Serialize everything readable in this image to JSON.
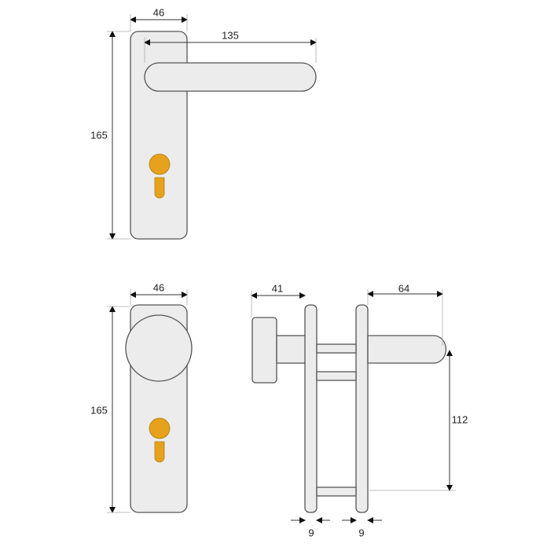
{
  "title": "Door handle set dimension drawing",
  "colors": {
    "plate": "#ececec",
    "outline": "#555555",
    "keyhole": "#e6a21c"
  },
  "lever_view": {
    "width_label": "46",
    "height_label": "165",
    "lever_length_label": "135"
  },
  "knob_view": {
    "width_label": "46",
    "height_label": "165"
  },
  "side_view": {
    "knob_projection_label": "41",
    "lever_projection_label": "64",
    "lever_to_bottom_label": "112",
    "plate_thickness_left_label": "9",
    "plate_thickness_right_label": "9"
  }
}
